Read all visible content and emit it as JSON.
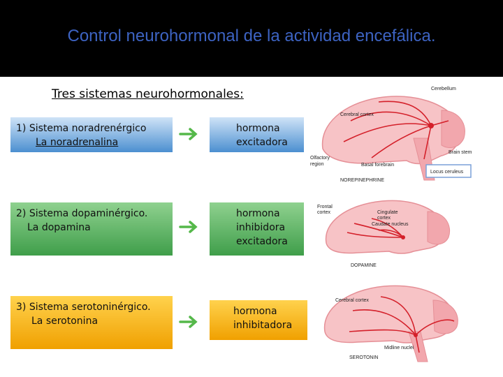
{
  "slide": {
    "title": "Control neurohormonal de la actividad encefálica.",
    "subtitle": "Tres sistemas neurohormonales:"
  },
  "systems": [
    {
      "line1": "1)   Sistema noradrenérgico",
      "line2": "La noradrenalina",
      "hormone": [
        "hormona",
        "excitadora"
      ]
    },
    {
      "line1": "2) Sistema dopaminérgico.",
      "line2": "La dopamina",
      "hormone": [
        "hormona",
        "inhibidora",
        "excitadora"
      ]
    },
    {
      "line1": "3) Sistema serotoninérgico.",
      "line2": "La serotonina",
      "hormone": [
        "hormona",
        "inhibitadora"
      ]
    }
  ],
  "figures": {
    "norepinephrine": {
      "caption": "NOREPINEPHRINE",
      "labels": {
        "cerebellum": "Cerebellum",
        "cortex": "Cerebral cortex",
        "olfactory": "Olfactory",
        "region": "region",
        "basal": "Basal forebrain",
        "brainstem": "Brain stem",
        "locus": "Locus ceruleus"
      }
    },
    "dopamine": {
      "caption": "DOPAMINE",
      "labels": {
        "frontal": "Frontal",
        "frontal2": "cortex",
        "cingulate": "Cingulate",
        "cingulate2": "cortex",
        "caudate": "Caudate nucleus"
      }
    },
    "serotonin": {
      "caption": "SEROTONIN",
      "labels": {
        "cortex": "Cerebral cortex",
        "midline": "Midline nuclei"
      }
    }
  },
  "colors": {
    "header_bg": "#000000",
    "title": "#3d63c2",
    "arrow": "#55b84a",
    "pathway": "#d4202a",
    "brain": "#f2a7ad"
  }
}
